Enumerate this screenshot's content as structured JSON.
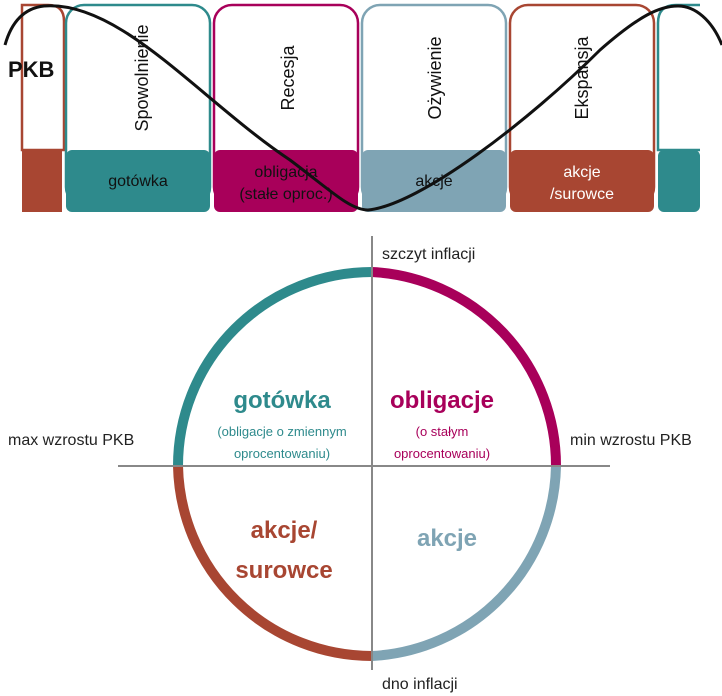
{
  "top": {
    "gdp_label": "PKB",
    "phases": [
      {
        "label": "Spowolnienie",
        "asset": [
          "gotówka"
        ]
      },
      {
        "label": "Recesja",
        "asset": [
          "obligacja",
          "(stałe oproc.)"
        ]
      },
      {
        "label": "Ożywienie",
        "asset": [
          "akcje"
        ]
      },
      {
        "label": "Ekspansja",
        "asset": [
          "akcje",
          "/surowce"
        ]
      }
    ]
  },
  "circle": {
    "top_label": "szczyt inflacji",
    "bottom_label": "dno inflacji",
    "left_label": "max wzrostu PKB",
    "right_label": "min wzrostu PKB",
    "quadrants": {
      "top_left": {
        "title": "gotówka",
        "sub": [
          "(obligacje o zmiennym",
          "oprocentowaniu)"
        ]
      },
      "top_right": {
        "title": "obligacje",
        "sub": [
          "(o stałym",
          "oprocentowaniu)"
        ]
      },
      "bottom_left": {
        "title": [
          "akcje/",
          "surowce"
        ]
      },
      "bottom_right": {
        "title": "akcje"
      }
    }
  },
  "colors": {
    "teal": "#2e8a8c",
    "magenta": "#a8005a",
    "steel": "#7fa4b4",
    "rust": "#a84632",
    "dark_line": "#111111",
    "axis": "#888888"
  }
}
